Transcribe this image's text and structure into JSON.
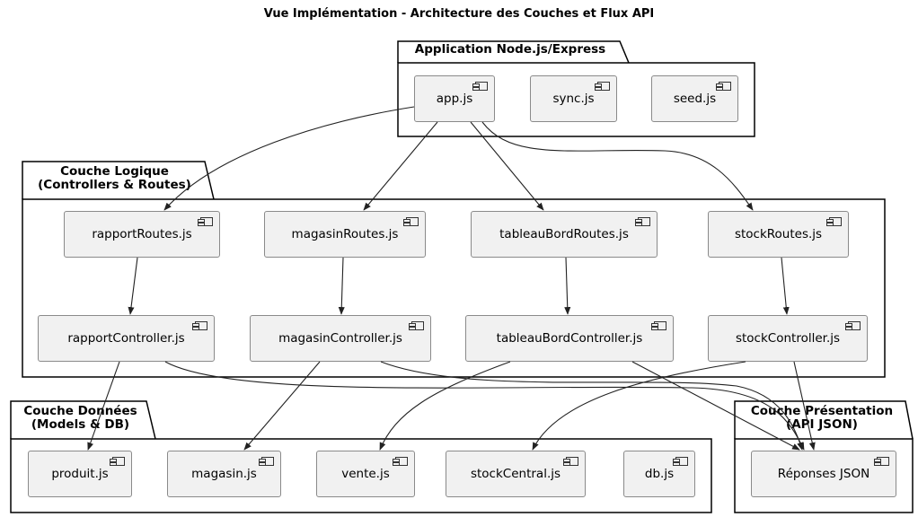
{
  "title": "Vue Implémentation - Architecture des Couches et Flux API",
  "packages": {
    "app": {
      "label": "Application Node.js/Express"
    },
    "logic": {
      "label": "Couche Logique\n(Controllers & Routes)"
    },
    "data": {
      "label": "Couche Données\n(Models & DB)"
    },
    "pres": {
      "label": "Couche Présentation\n(API JSON)"
    }
  },
  "components": {
    "app_js": "app.js",
    "sync_js": "sync.js",
    "seed_js": "seed.js",
    "rapportRoutes": "rapportRoutes.js",
    "magasinRoutes": "magasinRoutes.js",
    "tableauBordRoutes": "tableauBordRoutes.js",
    "stockRoutes": "stockRoutes.js",
    "rapportController": "rapportController.js",
    "magasinController": "magasinController.js",
    "tableauBordController": "tableauBordController.js",
    "stockController": "stockController.js",
    "produit": "produit.js",
    "magasin": "magasin.js",
    "vente": "vente.js",
    "stockCentral": "stockCentral.js",
    "db": "db.js",
    "reponses": "Réponses JSON"
  },
  "relations": [
    [
      "app_js",
      "rapportRoutes"
    ],
    [
      "app_js",
      "magasinRoutes"
    ],
    [
      "app_js",
      "tableauBordRoutes"
    ],
    [
      "app_js",
      "stockRoutes"
    ],
    [
      "rapportRoutes",
      "rapportController"
    ],
    [
      "magasinRoutes",
      "magasinController"
    ],
    [
      "tableauBordRoutes",
      "tableauBordController"
    ],
    [
      "stockRoutes",
      "stockController"
    ],
    [
      "rapportController",
      "produit"
    ],
    [
      "magasinController",
      "magasin"
    ],
    [
      "tableauBordController",
      "vente"
    ],
    [
      "stockController",
      "stockCentral"
    ],
    [
      "rapportController",
      "reponses"
    ],
    [
      "magasinController",
      "reponses"
    ],
    [
      "tableauBordController",
      "reponses"
    ],
    [
      "stockController",
      "reponses"
    ]
  ]
}
